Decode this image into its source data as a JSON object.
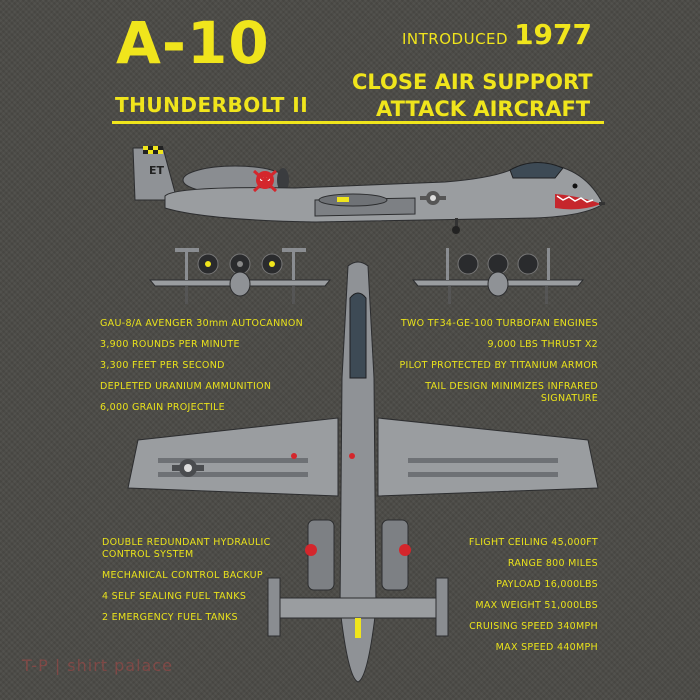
{
  "title": "A-10",
  "subtitle": "THUNDERBOLT II",
  "introduced_label": "INTRODUCED",
  "introduced_year": "1977",
  "role_line1": "CLOSE AIR SUPPORT",
  "role_line2": "ATTACK AIRCRAFT",
  "tail_code": "ET",
  "specs_left_top": [
    "GAU-8/A AVENGER 30mm AUTOCANNON",
    "3,900 ROUNDS PER MINUTE",
    "3,300 FEET PER SECOND",
    "DEPLETED URANIUM AMMUNITION",
    "6,000 GRAIN PROJECTILE"
  ],
  "specs_right_top": [
    "TWO TF34-GE-100 TURBOFAN ENGINES",
    "9,000 LBS THRUST X2",
    "PILOT PROTECTED BY TITANIUM ARMOR",
    "TAIL DESIGN MINIMIZES INFRARED",
    "SIGNATURE"
  ],
  "specs_left_bottom": [
    "DOUBLE REDUNDANT HYDRAULIC",
    "CONTROL SYSTEM",
    "MECHANICAL CONTROL BACKUP",
    "4 SELF SEALING FUEL TANKS",
    "2 EMERGENCY FUEL TANKS"
  ],
  "specs_right_bottom": [
    "FLIGHT CEILING 45,000FT",
    "RANGE 800 MILES",
    "PAYLOAD 16,000LBS",
    "MAX  WEIGHT 51,000LBS",
    "CRUISING SPEED 340MPH",
    "MAX SPEED 440MPH"
  ],
  "watermark": "T-P | shirt palace",
  "colors": {
    "background": "#4b4a46",
    "accent_yellow": "#f0e51c",
    "aircraft_gray": "#9a9da0",
    "aircraft_dark": "#5b5e62",
    "skull_red": "#d4262c"
  }
}
